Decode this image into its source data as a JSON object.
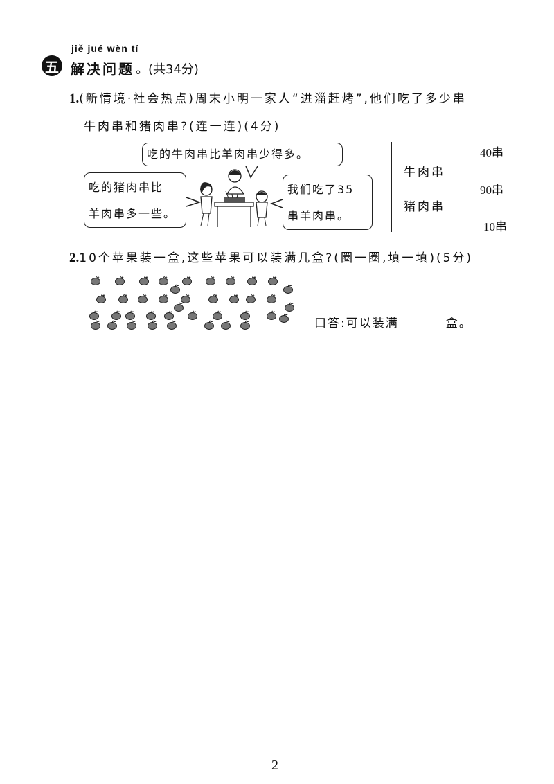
{
  "section": {
    "badge": "五",
    "pinyin": "jiě jué wèn tí",
    "title": "解决问题",
    "score": "。(共34分)"
  },
  "q1": {
    "number": "1.",
    "line1": "(新情境·社会热点)周末小明一家人“进淄赶烤”,他们吃了多少串",
    "line2": "牛肉串和猪肉串?(连一连)(4分)",
    "bubbles": {
      "top": "吃的牛肉串比羊肉串少得多。",
      "left_line1": "吃的猪肉串比",
      "left_line2": "羊肉串多一些。",
      "right_line1": "我们吃了35",
      "right_line2": "串羊肉串。"
    },
    "values": [
      "40串",
      "90串",
      "10串"
    ],
    "labels": [
      "牛肉串",
      "猪肉串"
    ]
  },
  "q2": {
    "number": "2.",
    "text": "10个苹果装一盒,这些苹果可以装满几盒?(圈一圈,填一填)(5分)",
    "apple_count": 40,
    "answer_prefix": "口答:可以装满",
    "answer_suffix": "盒。"
  },
  "page_number": "2"
}
